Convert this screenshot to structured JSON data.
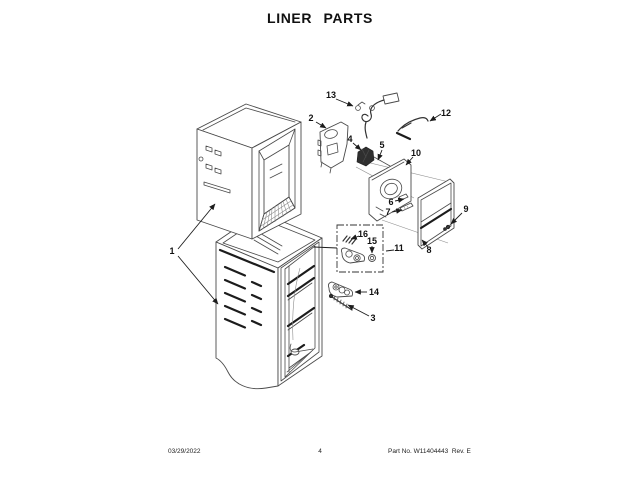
{
  "page": {
    "title": "LINER PARTS",
    "footer": {
      "date": "03/29/2022",
      "page_number": "4",
      "part_info": "Part No. W11404443  Rev. E"
    }
  },
  "diagram": {
    "callouts": {
      "c1": "1",
      "c2": "2",
      "c3": "3",
      "c4": "4",
      "c5": "5",
      "c6": "6",
      "c7": "7",
      "c8": "8",
      "c9": "9",
      "c10": "10",
      "c11": "11",
      "c12": "12",
      "c13": "13",
      "c14": "14",
      "c15": "15",
      "c16": "16"
    }
  }
}
